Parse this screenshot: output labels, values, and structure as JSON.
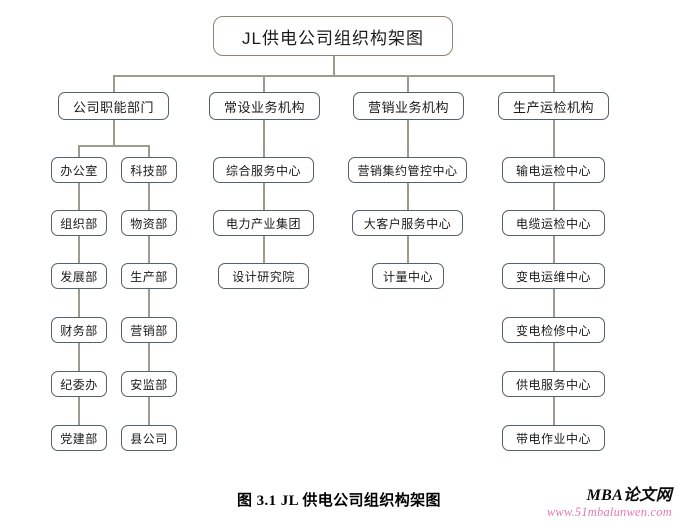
{
  "figure": {
    "caption": "图 3.1 JL 供电公司组织构架图",
    "title_box": "JL供电公司组织构架图"
  },
  "watermark": {
    "brand": "MBA论文网",
    "url": "www.51mbalunwen.com",
    "brand_color": "#0a0a0a",
    "url_color": "#e57ab0"
  },
  "style": {
    "box_border_color": "#52616b",
    "title_border_color": "#8d8472",
    "connector_color": "#9c9c8c",
    "background": "#ffffff"
  },
  "org_chart": {
    "type": "organization-tree",
    "root": "JL供电公司组织构架图",
    "branches": [
      {
        "label": "公司职能部门",
        "columns": [
          [
            "办公室",
            "组织部",
            "发展部",
            "财务部",
            "纪委办",
            "党建部"
          ],
          [
            "科技部",
            "物资部",
            "生产部",
            "营销部",
            "安监部",
            "县公司"
          ]
        ]
      },
      {
        "label": "常设业务机构",
        "columns": [
          [
            "综合服务中心",
            "电力产业集团",
            "设计研究院"
          ]
        ]
      },
      {
        "label": "营销业务机构",
        "columns": [
          [
            "营销集约管控中心",
            "大客户服务中心",
            "计量中心"
          ]
        ]
      },
      {
        "label": "生产运检机构",
        "columns": [
          [
            "输电运检中心",
            "电缆运检中心",
            "变电运维中心",
            "变电检修中心",
            "供电服务中心",
            "带电作业中心"
          ]
        ]
      }
    ]
  },
  "nodes": {
    "root": "JL供电公司组织构架图",
    "b1": "公司职能部门",
    "b2": "常设业务机构",
    "b3": "营销业务机构",
    "b4": "生产运检机构",
    "b1c1r1": "办公室",
    "b1c1r2": "组织部",
    "b1c1r3": "发展部",
    "b1c1r4": "财务部",
    "b1c1r5": "纪委办",
    "b1c1r6": "党建部",
    "b1c2r1": "科技部",
    "b1c2r2": "物资部",
    "b1c2r3": "生产部",
    "b1c2r4": "营销部",
    "b1c2r5": "安监部",
    "b1c2r6": "县公司",
    "b2r1": "综合服务中心",
    "b2r2": "电力产业集团",
    "b2r3": "设计研究院",
    "b3r1": "营销集约管控中心",
    "b3r2": "大客户服务中心",
    "b3r3": "计量中心",
    "b4r1": "输电运检中心",
    "b4r2": "电缆运检中心",
    "b4r3": "变电运维中心",
    "b4r4": "变电检修中心",
    "b4r5": "供电服务中心",
    "b4r6": "带电作业中心"
  }
}
